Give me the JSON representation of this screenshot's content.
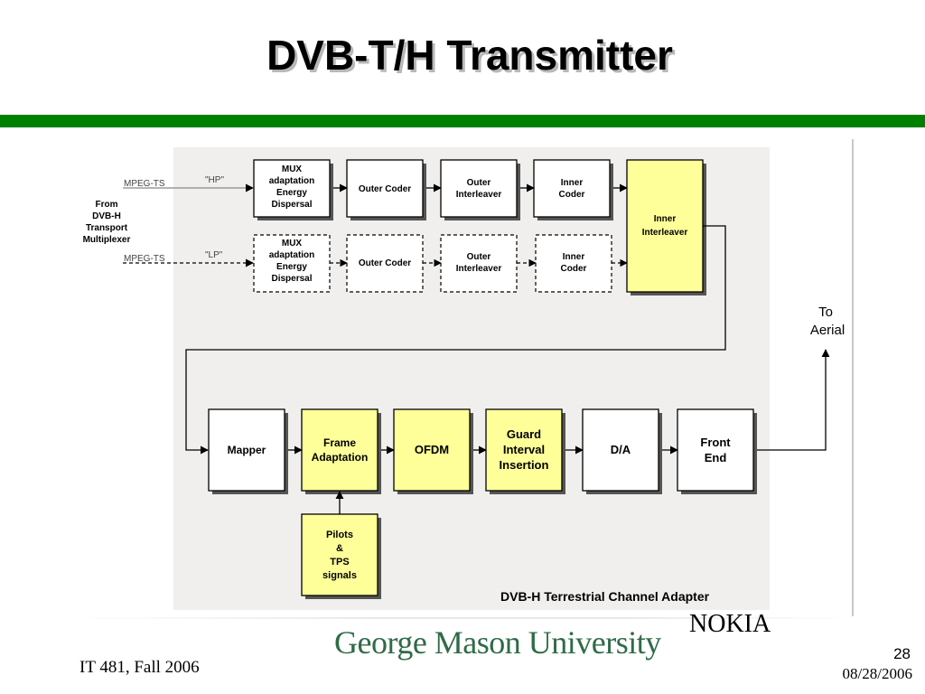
{
  "slide": {
    "title": "DVB-T/H Transmitter",
    "footer_left": "IT 481, Fall 2006",
    "page_number": "28",
    "date": "08/28/2006",
    "logo_university": "George Mason University",
    "logo_nokia": "NOKIA"
  },
  "diagram": {
    "inputs": {
      "source_lines": [
        "From",
        "DVB-H",
        "Transport",
        "Multiplexer"
      ],
      "hp_signal": "MPEG-TS",
      "hp_tag": "\"HP\"",
      "lp_signal": "MPEG-TS",
      "lp_tag": "\"LP\""
    },
    "hp_chain": {
      "mux": [
        "MUX",
        "adaptation",
        "Energy",
        "Dispersal"
      ],
      "outer_coder": [
        "Outer Coder"
      ],
      "outer_interleaver": [
        "Outer",
        "Interleaver"
      ],
      "inner_coder": [
        "Inner",
        "Coder"
      ]
    },
    "lp_chain": {
      "mux": [
        "MUX",
        "adaptation",
        "Energy",
        "Dispersal"
      ],
      "outer_coder": [
        "Outer Coder"
      ],
      "outer_interleaver": [
        "Outer",
        "Interleaver"
      ],
      "inner_coder": [
        "Inner",
        "Coder"
      ]
    },
    "inner_interleaver": [
      "Inner",
      "Interleaver"
    ],
    "bottom_chain": {
      "mapper": [
        "Mapper"
      ],
      "frame_adaptation": [
        "Frame",
        "Adaptation"
      ],
      "ofdm": [
        "OFDM"
      ],
      "guard_interval": [
        "Guard",
        "Interval",
        "Insertion"
      ],
      "da": [
        "D/A"
      ],
      "front_end": [
        "Front",
        "End"
      ]
    },
    "pilots": [
      "Pilots",
      "&",
      "TPS",
      "signals"
    ],
    "aerial": [
      "To",
      "Aerial"
    ],
    "caption": "DVB-H Terrestrial Channel Adapter"
  },
  "colors": {
    "title_green_bar": "#008000",
    "highlight_block": "#ffff99",
    "panel_background": "#f1efed",
    "logo_green": "#2f6b47"
  }
}
